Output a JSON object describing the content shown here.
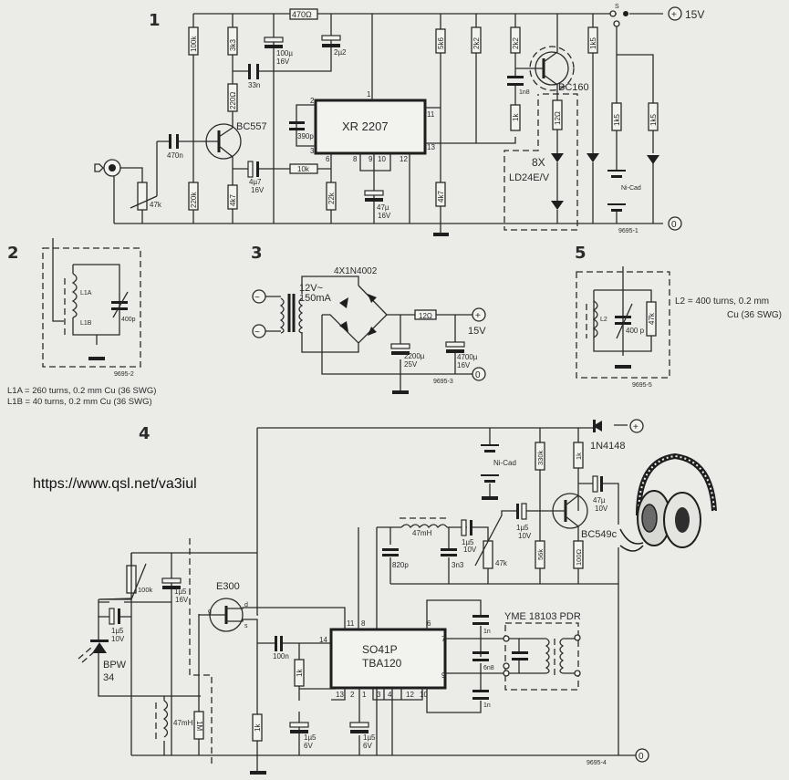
{
  "watermark": "https://www.qsl.net/va3iul",
  "figures": {
    "fig1": {
      "number": "1",
      "ref": "9695-1",
      "supply": "15V",
      "ground": "0",
      "switch": "S",
      "ic": "XR 2207",
      "ic_pins": [
        "1",
        "2",
        "3",
        "6",
        "8",
        "9",
        "10",
        "11",
        "12",
        "13"
      ],
      "transistors": [
        "BC557",
        "BC160"
      ],
      "resistors": [
        "470Ω",
        "100k",
        "3k3",
        "220Ω",
        "220k",
        "4k7",
        "47k",
        "10k",
        "22k",
        "5k6",
        "2k2",
        "2k2",
        "1k",
        "12Ω",
        "4k7",
        "1k5",
        "1k5",
        "1k5"
      ],
      "capacitors": {
        "c100u": "100µ",
        "c100u_v": "16V",
        "c2u2": "2µ2",
        "c33n": "33n",
        "c470n": "470n",
        "c4u7": "4µ7",
        "c4u7_v": "16V",
        "c390p": "390p",
        "c47u": "47µ",
        "c47u_v": "16V",
        "c1n8": "1n8"
      },
      "led_block": "8X",
      "led_type": "LD24E/V",
      "battery": "Ni-Cad"
    },
    "fig2": {
      "number": "2",
      "ref": "9695-2",
      "coil_a": "L1A",
      "coil_b": "L1B",
      "cap": "400p",
      "note_a": "L1A = 260 turns, 0.2 mm Cu (36 SWG)",
      "note_b": "L1B =   40 turns, 0.2 mm Cu (36 SWG)"
    },
    "fig3": {
      "number": "3",
      "ref": "9695-3",
      "bridge": "4X1N4002",
      "transformer_v": "12V~",
      "transformer_i": "150mA",
      "resistor": "12Ω",
      "c1": "2200µ",
      "c1_v": "25V",
      "c2": "4700µ",
      "c2_v": "16V",
      "out_v": "15V",
      "plus": "+",
      "ground": "0"
    },
    "fig4": {
      "number": "4",
      "ref": "9695-4",
      "ic_a": "SO41P",
      "ic_b": "TBA120",
      "ic_pins": [
        "11",
        "8",
        "14",
        "13",
        "2",
        "1",
        "3",
        "4",
        "12",
        "10",
        "6",
        "7",
        "9"
      ],
      "fet": "E300",
      "fet_pins": [
        "g",
        "d",
        "s"
      ],
      "photodiode_a": "BPW",
      "photodiode_b": "34",
      "diode": "1N4148",
      "transistor": "BC549c",
      "filter": "YME 18103 PDR",
      "battery": "Ni-Cad",
      "parts": {
        "pot100k": "100k",
        "c1u5_16": "1µ5",
        "c1u5_16_v": "16V",
        "c1u5_10a": "1µ5",
        "c1u5_10a_v": "10V",
        "l47a": "47mH",
        "r1M": "1M",
        "r1ka": "1k",
        "c100n": "100n",
        "r1kb": "1k",
        "c1u5_6a": "1µ5",
        "c1u5_6a_v": "6V",
        "c1u5_6b": "1µ5",
        "c1u5_6b_v": "6V",
        "c820p": "820p",
        "l47b": "47mH",
        "c3n3": "3n3",
        "c1u5_10b": "1µ5",
        "c1u5_10b_v": "10V",
        "pot47k": "47k",
        "c1u5_10c": "1µ5",
        "c1u5_10c_v": "10V",
        "r330k": "330k",
        "r56k": "56k",
        "r1kc": "1k",
        "r100": "100Ω",
        "c47u": "47µ",
        "c47u_v": "10V",
        "c1n_a": "1n",
        "c6n8": "6n8",
        "c1n_b": "1n"
      },
      "plus": "+",
      "ground": "0"
    },
    "fig5": {
      "number": "5",
      "ref": "9695-5",
      "coil": "L2",
      "cap": "400 p",
      "resistor": "47k",
      "note_a": "L2 = 400 turns, 0.2 mm",
      "note_b": "Cu (36 SWG)"
    }
  }
}
